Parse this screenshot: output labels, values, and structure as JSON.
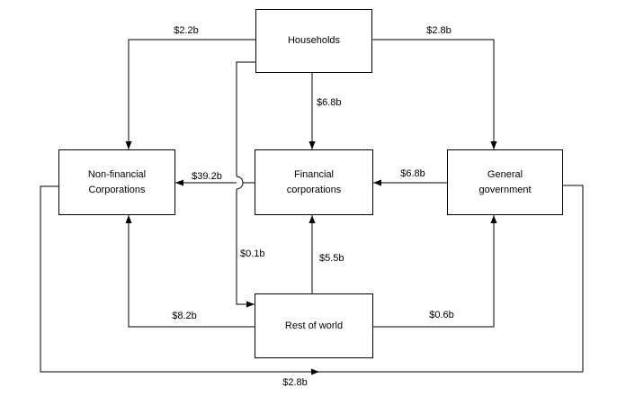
{
  "colors": {
    "background": "#ffffff",
    "line": "#000000",
    "text": "#000000"
  },
  "nodes": {
    "households": {
      "label": "Households"
    },
    "non_financial_corporations": {
      "line1": "Non-financial",
      "line2": "Corporations"
    },
    "financial_corporations": {
      "line1": "Financial",
      "line2": "corporations"
    },
    "general_government": {
      "line1": "General",
      "line2": "government"
    },
    "rest_of_world": {
      "label": "Rest of world"
    }
  },
  "flows": {
    "households_to_non_financial": {
      "label": "$2.2b",
      "from": "Households",
      "to": "Non-financial Corporations"
    },
    "households_to_general_government": {
      "label": "$2.8b",
      "from": "Households",
      "to": "General government"
    },
    "households_to_financial": {
      "label": "$6.8b",
      "from": "Households",
      "to": "Financial corporations"
    },
    "financial_to_non_financial": {
      "label": "$39.2b",
      "from": "Financial corporations",
      "to": "Non-financial Corporations"
    },
    "general_government_to_financial": {
      "label": "$6.8b",
      "from": "General government",
      "to": "Financial corporations"
    },
    "households_to_rest_of_world": {
      "label": "$0.1b",
      "from": "Households",
      "to": "Rest of world"
    },
    "rest_of_world_to_financial": {
      "label": "$5.5b",
      "from": "Rest of world",
      "to": "Financial corporations"
    },
    "rest_of_world_to_non_financial": {
      "label": "$8.2b",
      "from": "Rest of world",
      "to": "Non-financial Corporations"
    },
    "rest_of_world_to_general_government": {
      "label": "$0.6b",
      "from": "Rest of world",
      "to": "General government"
    },
    "non_financial_to_general_government": {
      "label": "$2.8b",
      "from": "Non-financial Corporations",
      "to": "General government"
    }
  }
}
